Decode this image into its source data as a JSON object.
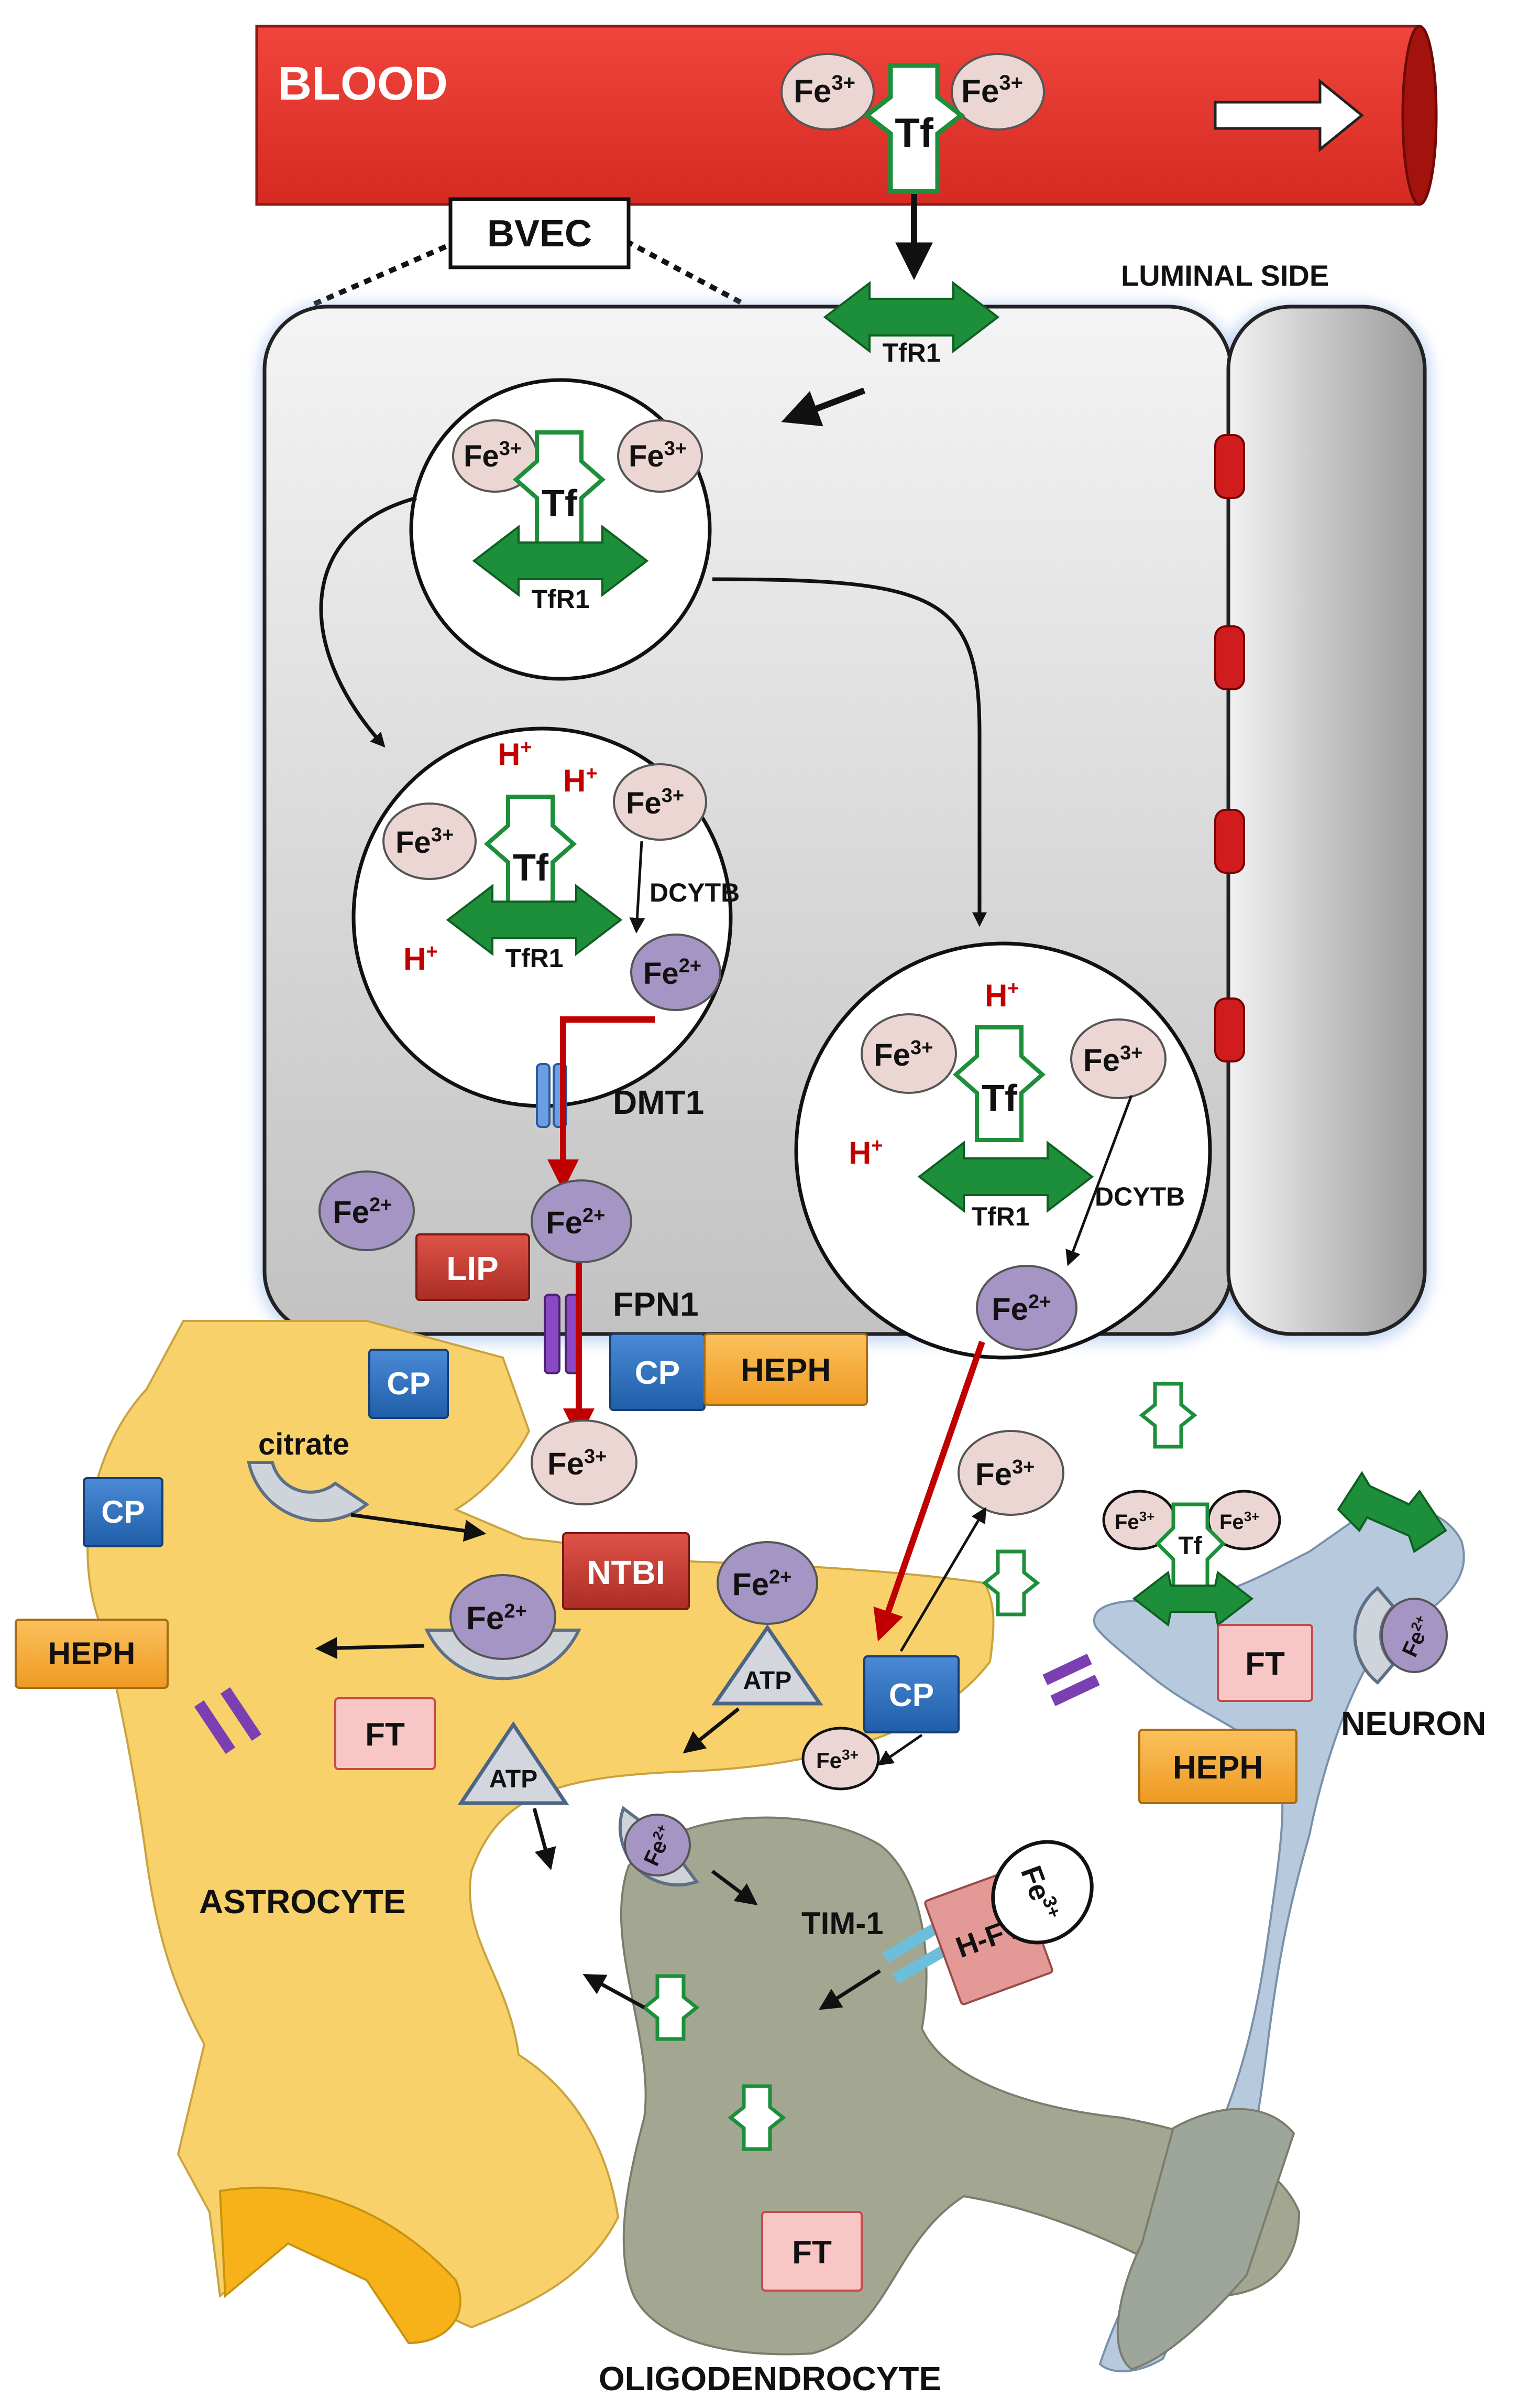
{
  "colors": {
    "blood": "#e8322c",
    "cell_gray": "#d7d7d7",
    "astrocyte": "#f6c753",
    "neuron": "#b7c9dd",
    "oligodendrocyte": "#a3a791",
    "tf_receptor": "#1d8f3a",
    "ferric_ion": "#ecd6d3",
    "ferrous_ion": "#a595c4",
    "cp_box": "#2f74c0",
    "heph_box": "#f5a93a",
    "ft_box": "#f9c6c6",
    "lip_box": "#c0392b",
    "transport_arrow": "#c00000"
  },
  "vessel": {
    "label": "BLOOD"
  },
  "bvec": {
    "label": "BVEC"
  },
  "luminal": {
    "label": "LUMINAL SIDE"
  },
  "cells": {
    "astrocyte": "ASTROCYTE",
    "neuron": "NEURON",
    "oligodendrocyte": "OLIGODENDROCYTE"
  },
  "species": {
    "fe3": "Fe",
    "fe3_charge": "3+",
    "fe2": "Fe",
    "fe2_charge": "2+",
    "tf": "Tf",
    "tfr1": "TfR1",
    "h": "H",
    "h_charge": "+"
  },
  "proteins": {
    "dcytb": "DCYTB",
    "dmt1": "DMT1",
    "fpn1": "FPN1",
    "lip": "LIP",
    "cp": "CP",
    "heph": "HEPH",
    "ft": "FT",
    "ntbi": "NTBI",
    "citrate": "citrate",
    "atp": "ATP",
    "tim1": "TIM-1",
    "hft": "H-FT"
  }
}
